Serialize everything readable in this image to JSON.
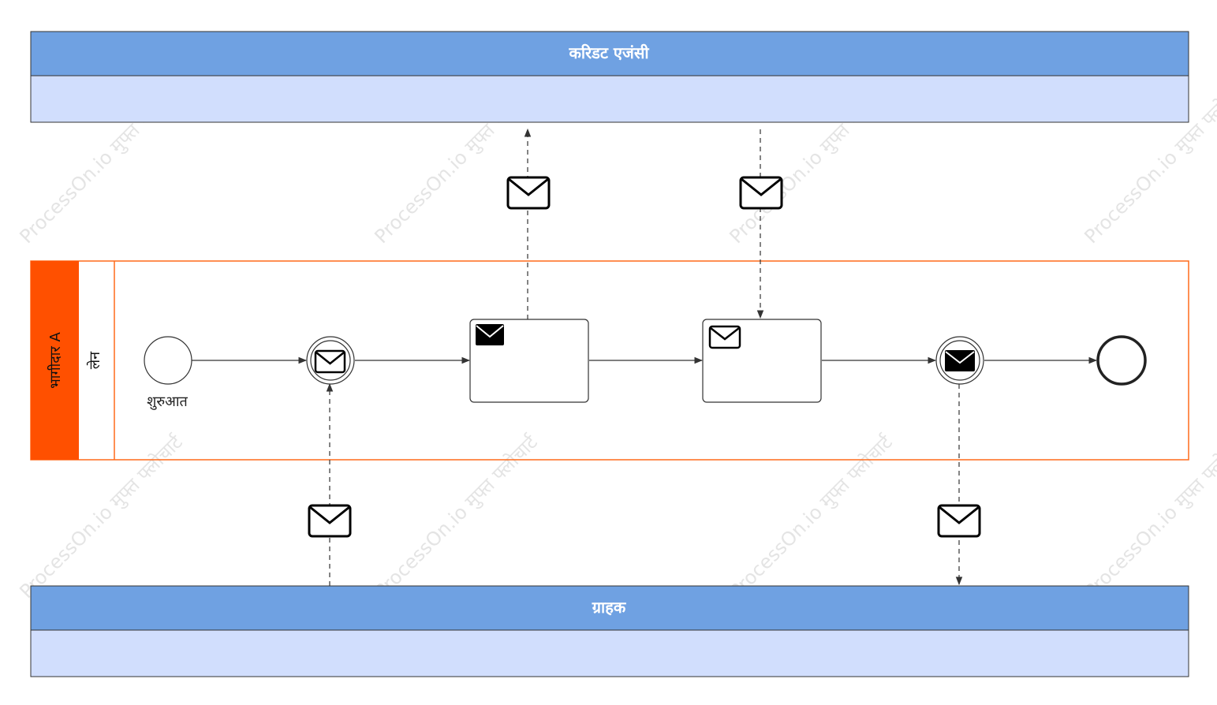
{
  "pools": {
    "top": {
      "title": "करिडट एजंसी"
    },
    "bottom": {
      "title": "ग्राहक"
    },
    "middle": {
      "participant": "भागीदार A",
      "lane": "लेन"
    }
  },
  "events": {
    "start_label": "शुरुआत"
  },
  "watermark": "ProcessOn.io मुफ्त फ्लोचार्ट",
  "colors": {
    "pool_header": "#6fa1e2",
    "pool_body": "#d1defd",
    "participant_band": "#ff5000",
    "participant_border": "#ff6a1a",
    "flow": "#333333"
  }
}
